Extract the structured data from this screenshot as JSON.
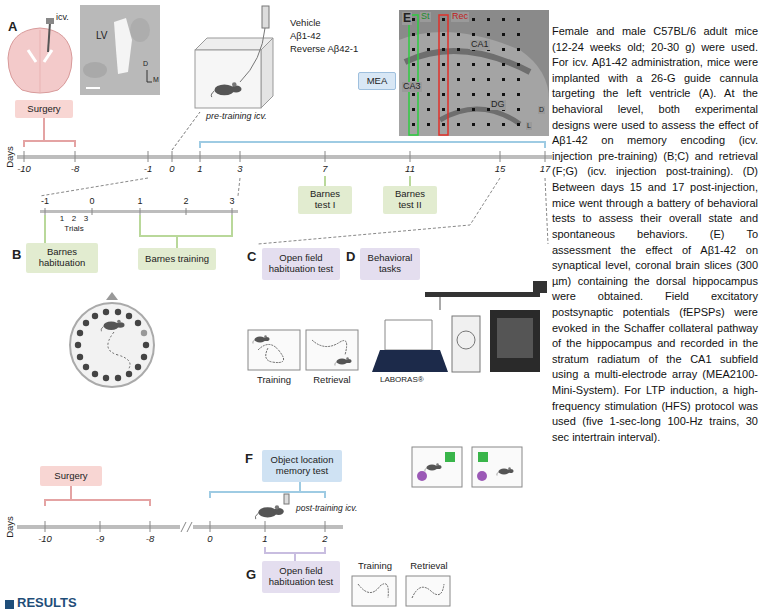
{
  "diagram": {
    "caption": "Female and male C57BL/6 adult mice (12-24 weeks old; 20-30 g) were used. For icv. Aβ1-42 administration, mice were implanted with a 26-G guide cannula targeting the left ventricle (A). At the behavioral level, both experimental designs were used to assess the effect of Aβ1-42 on memory encoding (icv. injection pre-training) (B;C) and retrieval (F;G) (icv. injection post-training). (D) Between days 15 and 17 post-injection, mice went through a battery of behavioral tests to assess their overall state and spontaneous behaviors. (E) To assessment the effect of Aβ1-42 on synaptical level, coronal brain slices (300 µm) containing the dorsal hippocampus were obtained. Field excitatory postsynaptic potentials (fEPSPs) were evoked in the Schaffer collateral pathway of the hippocampus and recorded in the stratum radiatum of the CA1 subfield using a multi-electrode array (MEA2100-Mini-System). For LTP induction, a high-frequency stimulation (HFS) protocol was used (five 1-sec-long 100-Hz trains, 30 sec intertrain interval).",
    "nodes": [
      {
        "text": [
          "Surgery"
        ]
      },
      {
        "text": [
          "MEA"
        ]
      },
      {
        "text": [
          "Barnes test I"
        ]
      },
      {
        "text": [
          "Barnes test II"
        ]
      },
      {
        "text": [
          "Barnes habituation"
        ]
      },
      {
        "text": [
          "Barnes training"
        ]
      },
      {
        "text": [
          "Open field habituation test"
        ]
      },
      {
        "text": [
          "Behavioral tasks"
        ]
      },
      {
        "text": [
          "Training"
        ]
      },
      {
        "text": [
          "Retrieval"
        ]
      },
      {
        "text": [
          "Surgery"
        ]
      },
      {
        "text": [
          "Object location memory test"
        ]
      },
      {
        "text": [
          "Open field habituation test"
        ]
      },
      {
        "text": [
          "Training"
        ]
      },
      {
        "text": [
          "Retrieval"
        ]
      }
    ],
    "labels": [
      "A",
      "icv.",
      "LV",
      "D",
      "M",
      "Vehicle",
      "Aβ1-42",
      "Reverse Aβ42-1",
      "pre-training icv.",
      "E",
      "St",
      "Rec",
      "CA1",
      "CA3",
      "DG",
      "D",
      "L",
      "Days",
      "-10",
      "-8",
      "-1",
      "0",
      "1",
      "3",
      "7",
      "11",
      "15",
      "17",
      "-1",
      "0",
      "1",
      "2",
      "3",
      "1",
      "2",
      "3",
      "Trials",
      "B",
      "C",
      "D",
      "LABORAS®",
      "F",
      "Days",
      "-10",
      "-9",
      "-8",
      "0",
      "1",
      "2",
      "post-training icv.",
      "G",
      "RESULTS"
    ]
  }
}
